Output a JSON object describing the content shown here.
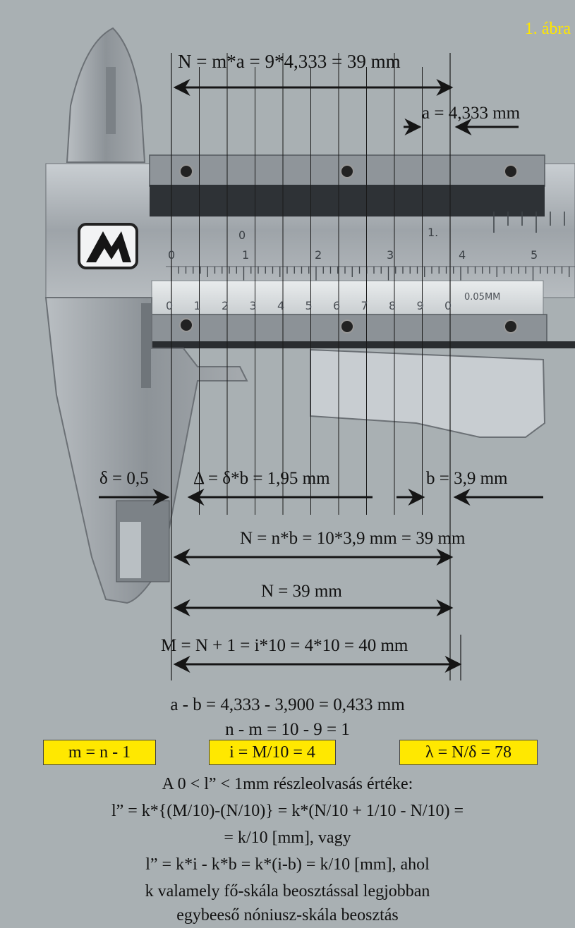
{
  "figure_label": "1. ábra",
  "top": {
    "formula_N": "N = m*a = 9*4,333 = 39 mm",
    "formula_a": "a = 4,333 mm"
  },
  "caliper": {
    "logo_text": "M",
    "main_scale_numbers": [
      "0",
      "1",
      "2",
      "3",
      "4",
      "5"
    ],
    "vernier_numbers": [
      "0",
      "1",
      "2",
      "3",
      "4",
      "5",
      "6",
      "7",
      "8",
      "9",
      "0"
    ],
    "vernier_unit": "0.05MM",
    "upper_numbers": [
      "0",
      "1."
    ]
  },
  "middle": {
    "delta_small": "δ = 0,5",
    "delta_big": "Δ = δ*b = 1,95 mm",
    "b_value": "b = 3,9 mm",
    "formula_nb": "N = n*b = 10*3,9 mm = 39 mm",
    "formula_N39": "N = 39 mm",
    "formula_M": "M = N + 1 = i*10 = 4*10 = 40 mm"
  },
  "bottom": {
    "ab": "a - b = 4,333 - 3,900 = 0,433 mm",
    "nm": "n - m = 10 - 9 = 1",
    "box_m": "m = n - 1",
    "box_i": "i = M/10 = 4",
    "box_lambda": "λ = N/δ = 78",
    "desc_line1": "A 0 < l” < 1mm részleolvasás értéke:",
    "desc_line2": "l” = k*{(M/10)-(N/10)} = k*(N/10 + 1/10 - N/10) =",
    "desc_line3": "= k/10 [mm], vagy",
    "desc_line4": "l” = k*i - k*b = k*(i-b) = k/10 [mm], ahol",
    "desc_line5": "k valamely fő-skála beosztással legjobban",
    "desc_line6": "egybeeső nóniusz-skála beosztás"
  }
}
